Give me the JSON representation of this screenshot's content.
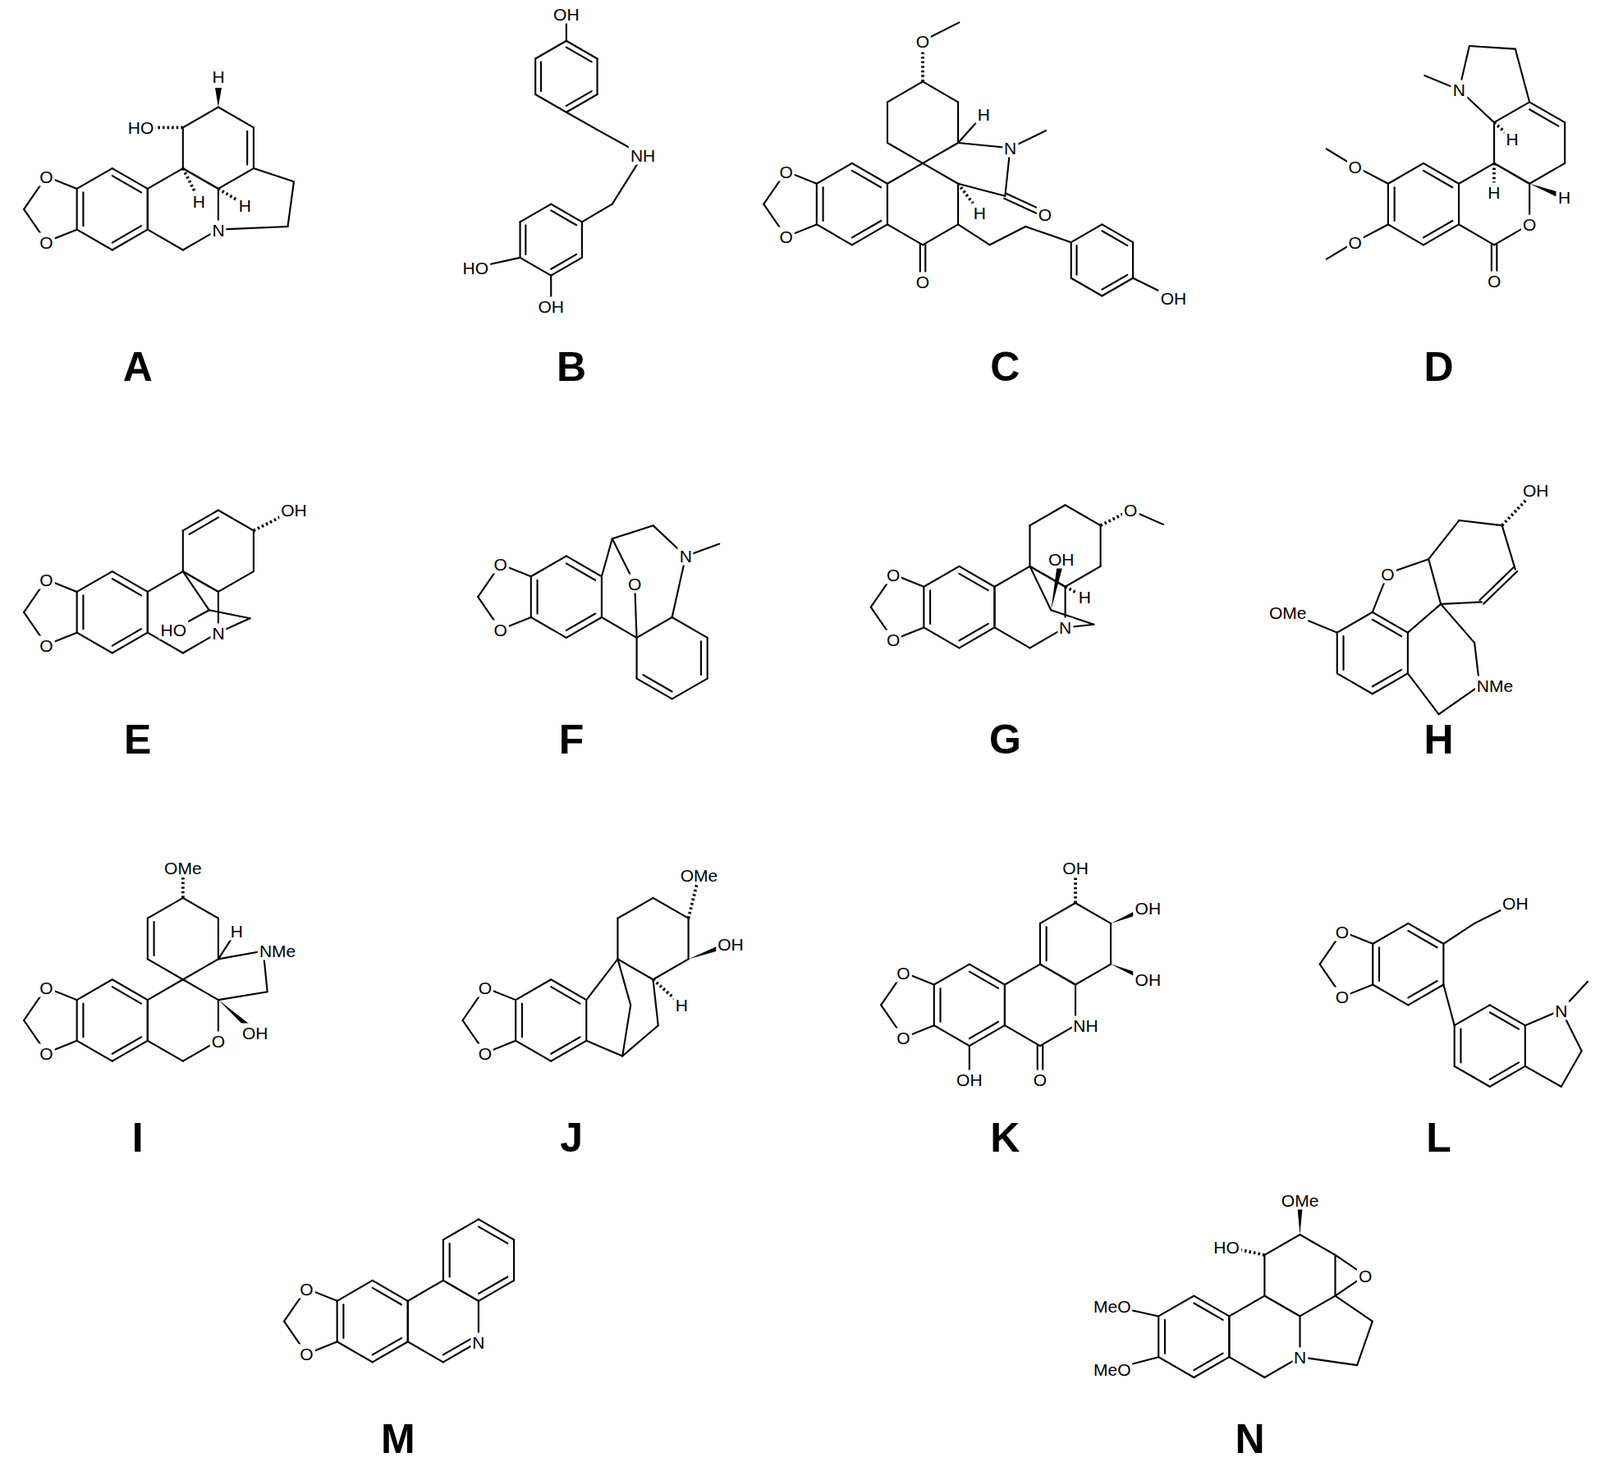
{
  "diagram": {
    "labels": [
      "H",
      "HO",
      "H",
      "H",
      "O",
      "N",
      "O",
      "A",
      "OH",
      "NH",
      "HO",
      "OH",
      "B",
      "O",
      "H",
      "N",
      "O",
      "H",
      "O",
      "O",
      "O",
      "OH",
      "C",
      "N",
      "H",
      "O",
      "H",
      "H",
      "O",
      "O",
      "O",
      "D",
      "OH",
      "O",
      "HO",
      "N",
      "O",
      "E",
      "N",
      "O",
      "O",
      "O",
      "F",
      "O",
      "OH",
      "O",
      "H",
      "N",
      "O",
      "G",
      "OH",
      "O",
      "OMe",
      "NMe",
      "H",
      "OMe",
      "H",
      "NMe",
      "O",
      "OH",
      "O",
      "O",
      "I",
      "OMe",
      "OH",
      "O",
      "H",
      "O",
      "J",
      "OH",
      "OH",
      "O",
      "OH",
      "NH",
      "O",
      "OH",
      "O",
      "K",
      "OH",
      "O",
      "O",
      "N",
      "L",
      "O",
      "N",
      "O",
      "M",
      "OMe",
      "HO",
      "O",
      "MeO",
      "N",
      "MeO",
      "N"
    ]
  }
}
